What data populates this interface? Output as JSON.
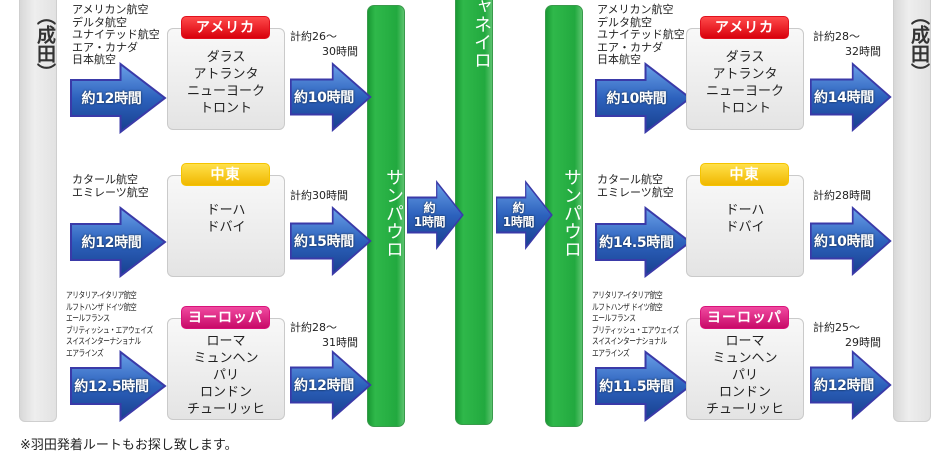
{
  "narita_label": "（成田）",
  "sao_paulo_label": "サンパウロ",
  "rio_label": "ャネイロ",
  "transfer_arrow": {
    "line1": "約",
    "line2": "1時間"
  },
  "colors": {
    "america": "#e0101e",
    "middle_east": "#f5c400",
    "europe": "#d8127a",
    "arrow": "#2155b0",
    "green": "#22a93f"
  },
  "outbound": [
    {
      "region": "アメリカ",
      "airlines": [
        "アメリカン航空",
        "デルタ航空",
        "ユナイテッド航空",
        "エア・カナダ",
        "日本航空"
      ],
      "leg1": "約12時間",
      "cities": [
        "ダラス",
        "アトランタ",
        "ニューヨーク",
        "トロント"
      ],
      "total1": "計約26〜",
      "total2": "30時間",
      "leg2": "約10時間"
    },
    {
      "region": "中東",
      "airlines": [
        "カタール航空",
        "エミレーツ航空"
      ],
      "leg1": "約12時間",
      "cities": [
        "ドーハ",
        "ドバイ"
      ],
      "total1": "計約30時間",
      "total2": "",
      "leg2": "約15時間"
    },
    {
      "region": "ヨーロッパ",
      "airlines": [
        "アリタリア-イタリア航空",
        "ルフトハンザ ドイツ航空",
        "エールフランス",
        "ブリティッシュ・エアウェイズ",
        "スイスインターナショナル",
        "エアラインズ"
      ],
      "leg1": "約12.5時間",
      "cities": [
        "ローマ",
        "ミュンヘン",
        "パリ",
        "ロンドン",
        "チューリッヒ"
      ],
      "total1": "計約28〜",
      "total2": "31時間",
      "leg2": "約12時間"
    }
  ],
  "inbound": [
    {
      "region": "アメリカ",
      "airlines": [
        "アメリカン航空",
        "デルタ航空",
        "ユナイテッド航空",
        "エア・カナダ",
        "日本航空"
      ],
      "leg1": "約10時間",
      "cities": [
        "ダラス",
        "アトランタ",
        "ニューヨーク",
        "トロント"
      ],
      "total1": "計約28〜",
      "total2": "32時間",
      "leg2": "約14時間"
    },
    {
      "region": "中東",
      "airlines": [
        "カタール航空",
        "エミレーツ航空"
      ],
      "leg1": "約14.5時間",
      "cities": [
        "ドーハ",
        "ドバイ"
      ],
      "total1": "計約28時間",
      "total2": "",
      "leg2": "約10時間"
    },
    {
      "region": "ヨーロッパ",
      "airlines": [
        "アリタリア-イタリア航空",
        "ルフトハンザ ドイツ航空",
        "エールフランス",
        "ブリティッシュ・エアウェイズ",
        "スイスインターナショナル",
        "エアラインズ"
      ],
      "leg1": "約11.5時間",
      "cities": [
        "ローマ",
        "ミュンヘン",
        "パリ",
        "ロンドン",
        "チューリッヒ"
      ],
      "total1": "計約25〜",
      "total2": "29時間",
      "leg2": "約12時間"
    }
  ],
  "footer_note": "※羽田発着ルートもお探し致します。"
}
